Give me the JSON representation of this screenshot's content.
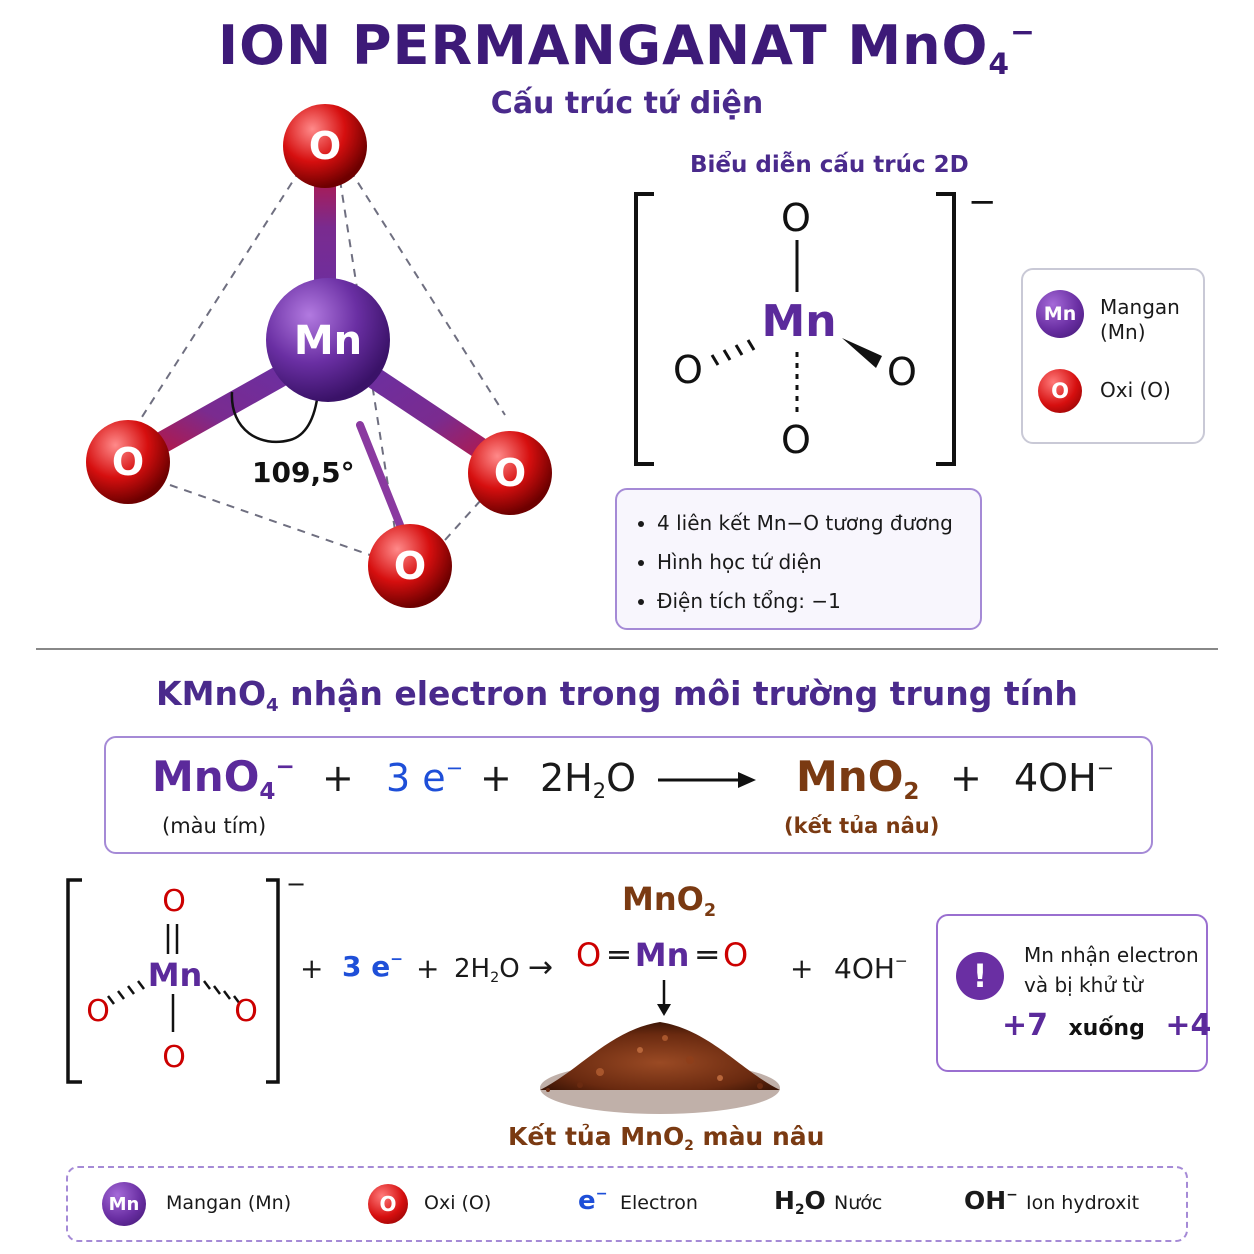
{
  "title": {
    "main": "ION PERMANGANAT MnO",
    "sub": "4",
    "sup": "−"
  },
  "subtitle": "Cấu trúc tứ diện",
  "model3d": {
    "center_atom": "Mn",
    "outer_atom": "O",
    "angle_label": "109,5°"
  },
  "struct2d": {
    "heading": "Biểu diễn cấu trúc 2D",
    "center": "Mn",
    "o_top": "O",
    "o_left": "O",
    "o_right": "O",
    "o_bottom": "O",
    "charge": "−"
  },
  "legend_top": {
    "mn_symbol": "Mn",
    "mn_label_1": "Mangan",
    "mn_label_2": "(Mn)",
    "o_symbol": "O",
    "o_label": "Oxi (O)"
  },
  "info_points": [
    "4 liên kết Mn−O tương đương",
    "Hình học tứ diện",
    "Điện tích tổng: −1"
  ],
  "section2": {
    "title_a": "KMnO",
    "title_sub": "4",
    "title_b": " nhận electron trong môi trường trung tính"
  },
  "equation": {
    "reactant1": "MnO",
    "reactant1_sub": "4",
    "reactant1_sup": "−",
    "reactant1_note": "(màu tím)",
    "plus": "+",
    "electron": "3 e",
    "electron_sup": "−",
    "water_a": "2H",
    "water_sub": "2",
    "water_b": "O",
    "product1": "MnO",
    "product1_sub": "2",
    "product1_note": "(kết tủa nâu)",
    "product2": "4OH",
    "product2_sup": "−"
  },
  "scheme": {
    "center": "Mn",
    "o": "O",
    "charge": "−",
    "plus": "+",
    "electron": "3 e",
    "electron_sup": "−",
    "water_a": "2H",
    "water_sub": "2",
    "water_b": "O",
    "arrow": "→",
    "mno2_label": "MnO",
    "mno2_sub": "2",
    "mno2_formula_o1": "O",
    "mno2_formula_mn": "Mn",
    "mno2_formula_o2": "O",
    "hydroxide": "4OH",
    "hydroxide_sup": "−",
    "precipitate_a": "Kết tủa MnO",
    "precipitate_sub": "2",
    "precipitate_b": " màu nâu"
  },
  "note": {
    "line1": "Mn nhận electron",
    "line2": "và bị khử từ",
    "from": "+7",
    "word": "xuống",
    "to": "+4"
  },
  "bottom_legend": {
    "mn_symbol": "Mn",
    "mn_label": "Mangan (Mn)",
    "o_symbol": "O",
    "o_label": "Oxi (O)",
    "e_symbol": "e",
    "e_sup": "−",
    "e_label": "Electron",
    "h2o_a": "H",
    "h2o_sub": "2",
    "h2o_b": "O",
    "h2o_label": "Nước",
    "oh_symbol": "OH",
    "oh_sup": "−",
    "oh_label": "Ion hydroxit"
  },
  "colors": {
    "title": "#3d1a78",
    "mn": "#6a2fa3",
    "o": "#d60f0f",
    "electron": "#1e4fd8",
    "mno2": "#7a3a12",
    "border": "#a58ad6"
  }
}
